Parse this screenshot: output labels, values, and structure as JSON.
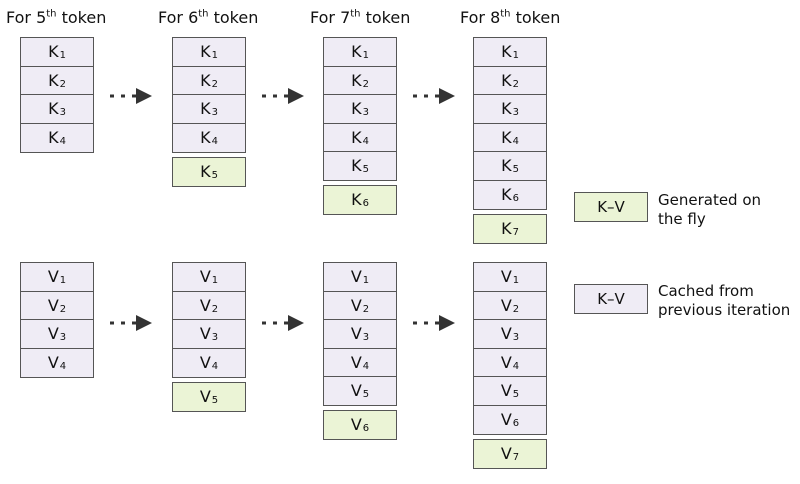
{
  "columns": [
    {
      "title_prefix": "For 5",
      "title_sup": "th",
      "title_suffix": " token"
    },
    {
      "title_prefix": "For 6",
      "title_sup": "th",
      "title_suffix": " token"
    },
    {
      "title_prefix": "For 7",
      "title_sup": "th",
      "title_suffix": " token"
    },
    {
      "title_prefix": "For 8",
      "title_sup": "th",
      "title_suffix": " token"
    }
  ],
  "k_stacks": [
    {
      "cached": [
        "1",
        "2",
        "3",
        "4"
      ],
      "generated": null
    },
    {
      "cached": [
        "1",
        "2",
        "3",
        "4"
      ],
      "generated": "5"
    },
    {
      "cached": [
        "1",
        "2",
        "3",
        "4",
        "5"
      ],
      "generated": "6"
    },
    {
      "cached": [
        "1",
        "2",
        "3",
        "4",
        "5",
        "6"
      ],
      "generated": "7"
    }
  ],
  "v_stacks": [
    {
      "cached": [
        "1",
        "2",
        "3",
        "4"
      ],
      "generated": null
    },
    {
      "cached": [
        "1",
        "2",
        "3",
        "4"
      ],
      "generated": "5"
    },
    {
      "cached": [
        "1",
        "2",
        "3",
        "4",
        "5"
      ],
      "generated": "6"
    },
    {
      "cached": [
        "1",
        "2",
        "3",
        "4",
        "5",
        "6"
      ],
      "generated": "7"
    }
  ],
  "k_letter": "K",
  "v_letter": "V",
  "legend": {
    "generated": {
      "box_label": "K–V",
      "text_line1": "Generated on",
      "text_line2": "the fly",
      "color": "#ebf4d6"
    },
    "cached": {
      "box_label": "K–V",
      "text_line1": "Cached from",
      "text_line2": "previous iteration",
      "color": "#efecf5"
    }
  },
  "colors": {
    "cached_cell": "#efecf5",
    "generated_cell": "#ebf4d6",
    "border": "#555555",
    "arrow": "#333333"
  }
}
